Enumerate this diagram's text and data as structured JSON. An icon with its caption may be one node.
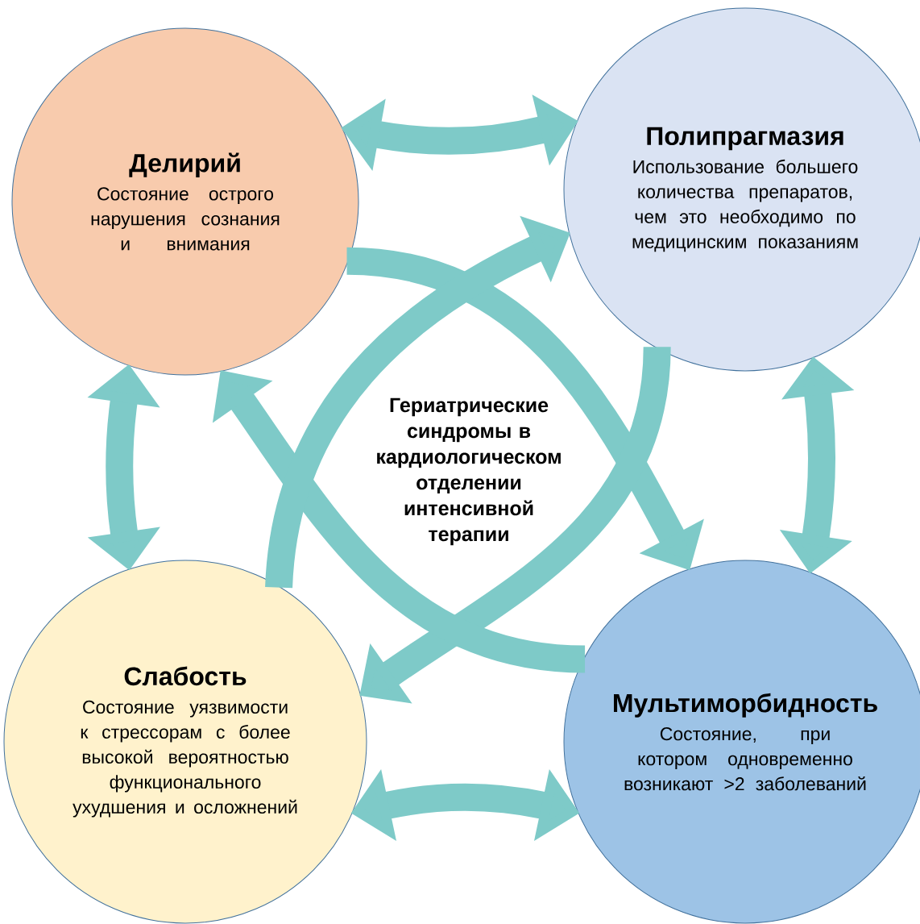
{
  "diagram": {
    "nodes": [
      {
        "text": [
          "Делирий",
          "Состояние острого нарушения сознания и внимания"
        ]
      },
      {
        "text": [
          "Полипрагмазия",
          "Использование большего количества препаратов, чем это необходимо по медицинским показаниям"
        ]
      },
      {
        "text": [
          "Слабость",
          "Состояние уязвимости к стрессорам с более высокой вероятностью функционального ухудшения и осложнений"
        ]
      },
      {
        "text": [
          "Мультиморбидность",
          "Состояние, при котором одновременно возникают >2 заболеваний"
        ]
      }
    ],
    "edges": [
      {
        "from": 0,
        "to": 1,
        "arrow": "both"
      },
      {
        "from": 0,
        "to": 2,
        "arrow": "both"
      },
      {
        "from": 1,
        "to": 3,
        "arrow": "both"
      },
      {
        "from": 2,
        "to": 3,
        "arrow": "both"
      },
      {
        "from": 0,
        "to": 3,
        "arrow": "to"
      },
      {
        "from": 1,
        "to": 2,
        "arrow": "to"
      },
      {
        "from": 3,
        "to": 0,
        "arrow": "to"
      },
      {
        "from": 2,
        "to": 1,
        "arrow": "to"
      }
    ],
    "labels": [
      "Гериатрические синдромы в кардиологическом отделении интенсивной терапии"
    ]
  }
}
